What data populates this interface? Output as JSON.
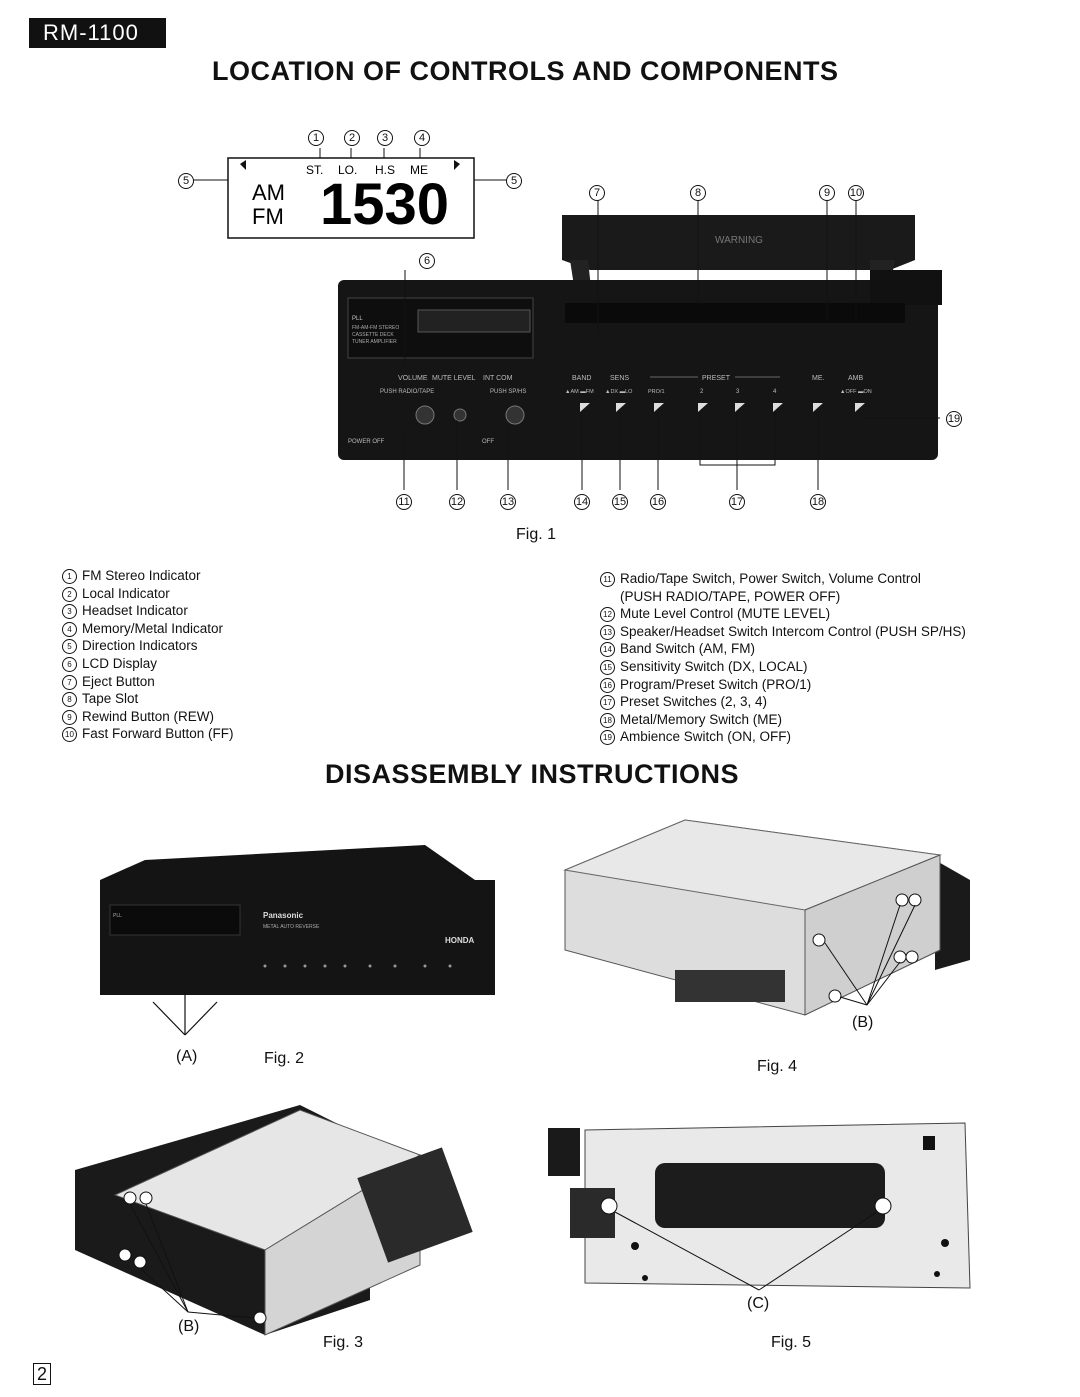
{
  "model_badge": "RM-1100",
  "heading_controls": "LOCATION OF CONTROLS AND COMPONENTS",
  "heading_disassembly": "DISASSEMBLY INSTRUCTIONS",
  "page_number": "2",
  "lcd": {
    "indicators": [
      "ST.",
      "LO.",
      "H.S",
      "ME"
    ],
    "band_am": "AM",
    "band_fm": "FM",
    "frequency": "1530"
  },
  "panel_labels": {
    "pll": "PLL",
    "pll_sub": [
      "FM-AM-FM STEREO",
      "CASSETTE DECK",
      "TUNER AMPLIFIER"
    ],
    "volume": "VOLUME",
    "mute_level": "MUTE LEVEL",
    "int_com": "INT COM",
    "push_radio_tape": "PUSH RADIO/TAPE",
    "push_sp_hs": "PUSH SP/HS",
    "power_off": "POWER OFF",
    "off": "OFF",
    "band": "BAND",
    "sens": "SENS",
    "preset": "PRESET",
    "me": "ME.",
    "amb": "AMB",
    "am_fm": "▲AM ▬FM",
    "dx_lo": "▲DX ▬LO",
    "pro1": "PRO/1",
    "p2": "2",
    "p3": "3",
    "p4": "4",
    "off_on": "▲OFF ▬ON",
    "warning": "WARNING",
    "brand": "Panasonic",
    "metal_auto": "METAL  AUTO REVERSE",
    "honda": "HONDA"
  },
  "figures": {
    "fig1": "Fig. 1",
    "fig2": "Fig. 2",
    "fig3": "Fig. 3",
    "fig4": "Fig. 4",
    "fig5": "Fig. 5",
    "label_a": "(A)",
    "label_b": "(B)",
    "label_c": "(C)"
  },
  "legend_left": [
    {
      "num": "1",
      "text": "FM Stereo Indicator"
    },
    {
      "num": "2",
      "text": "Local Indicator"
    },
    {
      "num": "3",
      "text": "Headset Indicator"
    },
    {
      "num": "4",
      "text": "Memory/Metal Indicator"
    },
    {
      "num": "5",
      "text": "Direction Indicators"
    },
    {
      "num": "6",
      "text": "LCD Display"
    },
    {
      "num": "7",
      "text": "Eject Button"
    },
    {
      "num": "8",
      "text": "Tape Slot"
    },
    {
      "num": "9",
      "text": "Rewind Button (REW)"
    },
    {
      "num": "10",
      "text": "Fast Forward Button (FF)"
    }
  ],
  "legend_right": [
    {
      "num": "11",
      "text": "Radio/Tape Switch, Power Switch, Volume Control"
    },
    {
      "num": "",
      "text": "(PUSH RADIO/TAPE, POWER OFF)"
    },
    {
      "num": "12",
      "text": "Mute Level Control (MUTE LEVEL)"
    },
    {
      "num": "13",
      "text": "Speaker/Headset Switch Intercom Control (PUSH SP/HS)"
    },
    {
      "num": "14",
      "text": "Band Switch (AM, FM)"
    },
    {
      "num": "15",
      "text": "Sensitivity Switch (DX, LOCAL)"
    },
    {
      "num": "16",
      "text": "Program/Preset Switch (PRO/1)"
    },
    {
      "num": "17",
      "text": "Preset Switches (2, 3, 4)"
    },
    {
      "num": "18",
      "text": "Metal/Memory Switch (ME)"
    },
    {
      "num": "19",
      "text": "Ambience Switch (ON, OFF)"
    }
  ],
  "callouts": [
    "1",
    "2",
    "3",
    "4",
    "5",
    "5",
    "6",
    "7",
    "8",
    "9",
    "10",
    "11",
    "12",
    "13",
    "14",
    "15",
    "16",
    "17",
    "18",
    "19"
  ]
}
